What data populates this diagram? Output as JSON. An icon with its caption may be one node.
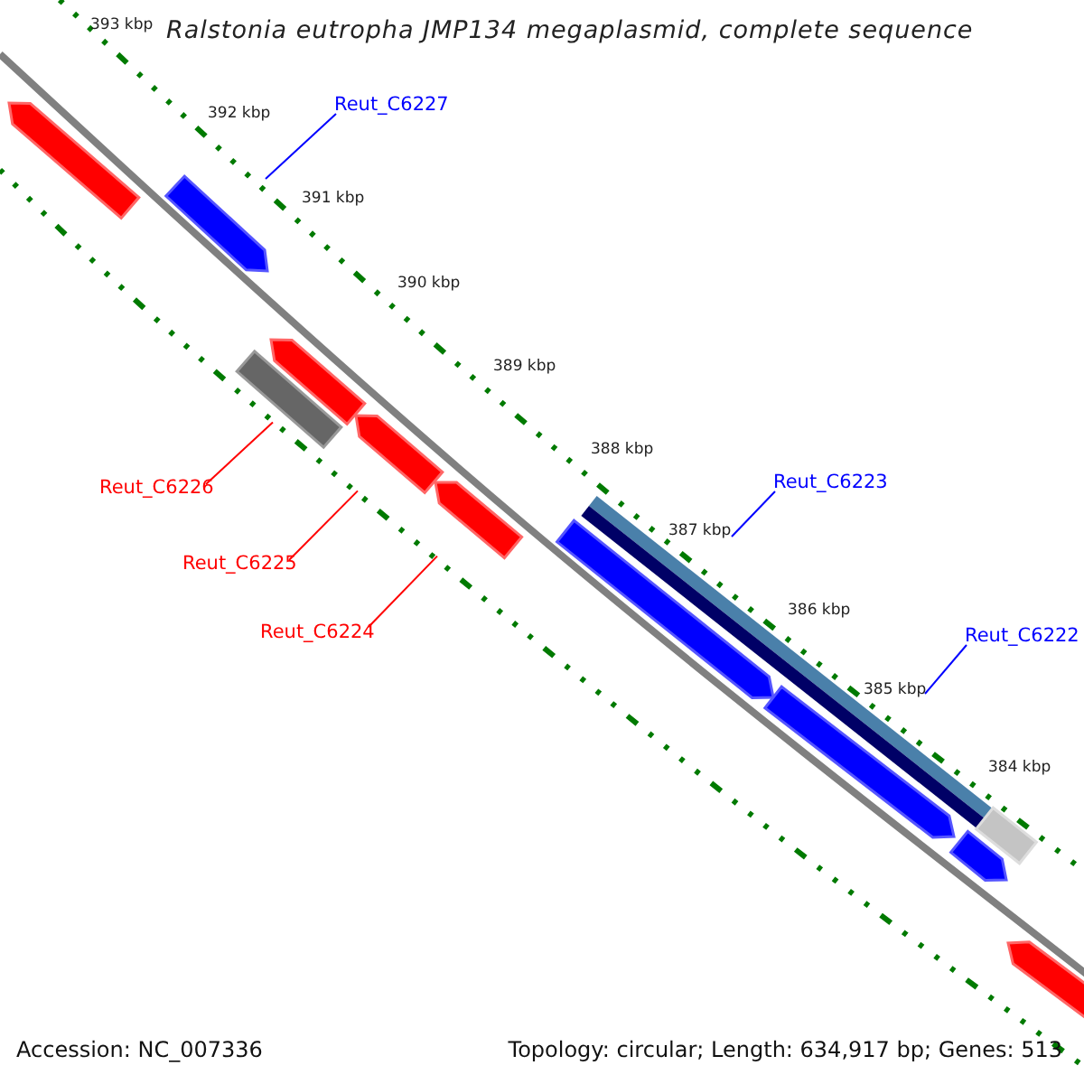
{
  "diagram": {
    "title": "Ralstonia eutropha JMP134 megaplasmid, complete sequence",
    "nodes": [
      {
        "text": [
          "Reut_C6227"
        ]
      },
      {
        "text": [],
        "shape": "bar"
      },
      {
        "text": [],
        "shape": "bar"
      },
      {
        "text": [],
        "shape": "bar"
      },
      {
        "text": [],
        "shape": "bar"
      },
      {
        "text": [
          "Reut_C6226"
        ]
      },
      {
        "text": [],
        "shape": "bar"
      },
      {
        "text": [
          "Reut_C6225"
        ]
      },
      {
        "text": [],
        "shape": "bar"
      },
      {
        "text": [
          "Reut_C6224"
        ]
      },
      {
        "text": [
          "Reut_C6223"
        ]
      },
      {
        "text": [],
        "shape": "bar"
      },
      {
        "text": [],
        "shape": "bar"
      },
      {
        "text": [
          "Reut_C6222"
        ]
      },
      {
        "text": [],
        "shape": "bar"
      },
      {
        "text": [],
        "shape": "bar"
      },
      {
        "text": [],
        "shape": "bar"
      },
      {
        "text": [],
        "shape": "bar"
      }
    ],
    "edges": [
      {
        "from": 0,
        "to": 2,
        "arrow": "none"
      },
      {
        "from": 5,
        "to": 3,
        "arrow": "none",
        "color": "#ff0000"
      },
      {
        "from": 7,
        "to": 6,
        "arrow": "none",
        "color": "#ff0000"
      },
      {
        "from": 9,
        "to": 8,
        "arrow": "none",
        "color": "#ff0000"
      },
      {
        "from": 10,
        "to": 12,
        "arrow": "none"
      },
      {
        "from": 13,
        "to": 14,
        "arrow": "none"
      }
    ],
    "labels": [
      "393 kbp",
      "392 kbp",
      "391 kbp",
      "390 kbp",
      "389 kbp",
      "388 kbp",
      "387 kbp",
      "386 kbp",
      "385 kbp",
      "384 kbp",
      "Accession: NC_007336",
      "Topology: circular; Length: 634,917 bp; Genes: 513"
    ]
  }
}
